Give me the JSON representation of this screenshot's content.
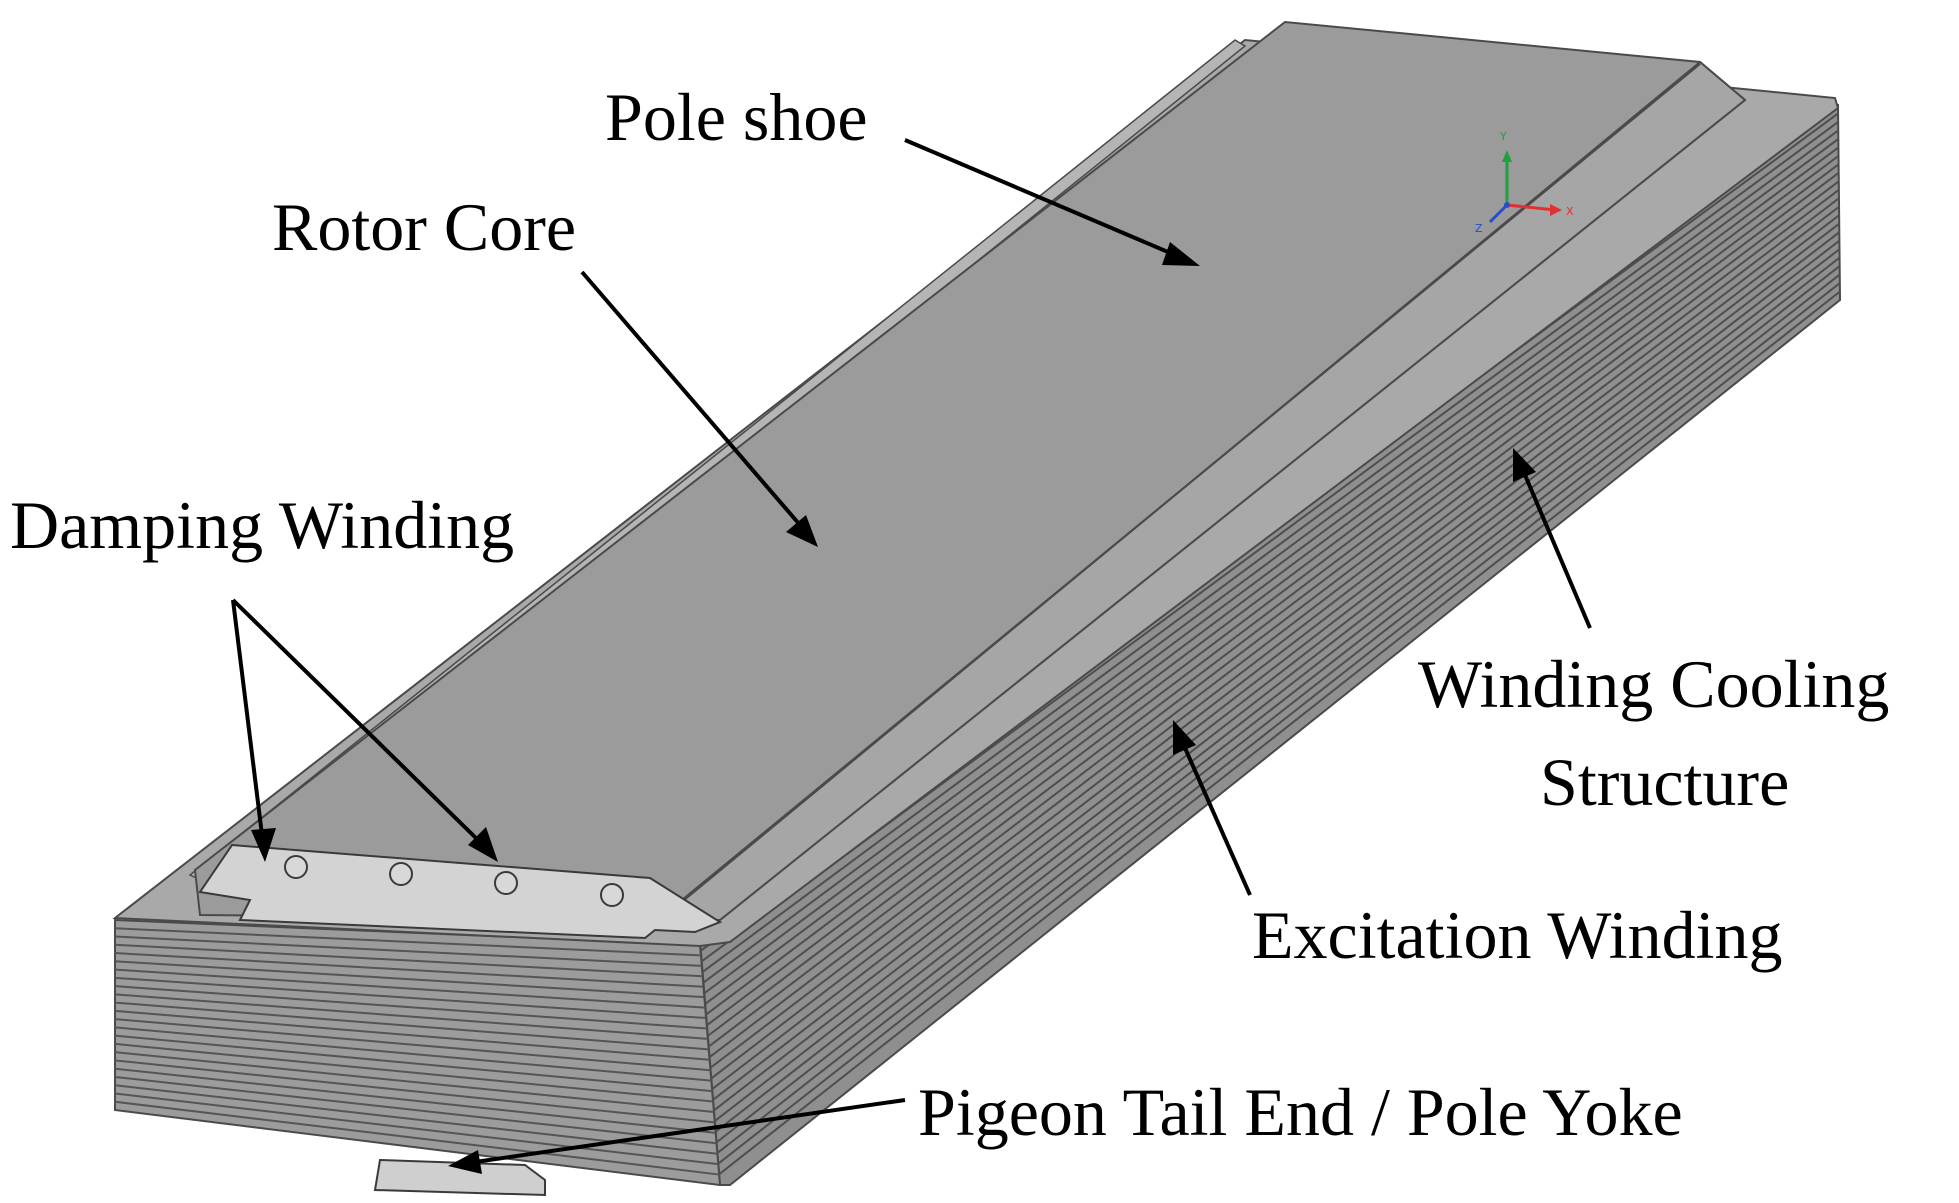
{
  "labels": {
    "pole_shoe": "Pole shoe",
    "rotor_core": "Rotor Core",
    "damping_winding": "Damping Winding",
    "winding_cooling_line1": "Winding Cooling",
    "winding_cooling_line2": "Structure",
    "excitation_winding": "Excitation Winding",
    "pigeon_tail": "Pigeon Tail End / Pole Yoke"
  },
  "axis_triad": {
    "y": "Y",
    "x": "X",
    "z": "Z"
  },
  "colors": {
    "background": "#ffffff",
    "pole_shoe_top": "#9a9a9a",
    "pole_shoe_bevel": "#a8a8a8",
    "winding_side": "#8e8e8e",
    "winding_line": "#5a5a5a",
    "front_face": "#c4c4c4",
    "end_plate": "#d2d2d2",
    "arrow": "#000000",
    "axis_x": "#e03030",
    "axis_y": "#20a040",
    "axis_z": "#2050d0"
  }
}
